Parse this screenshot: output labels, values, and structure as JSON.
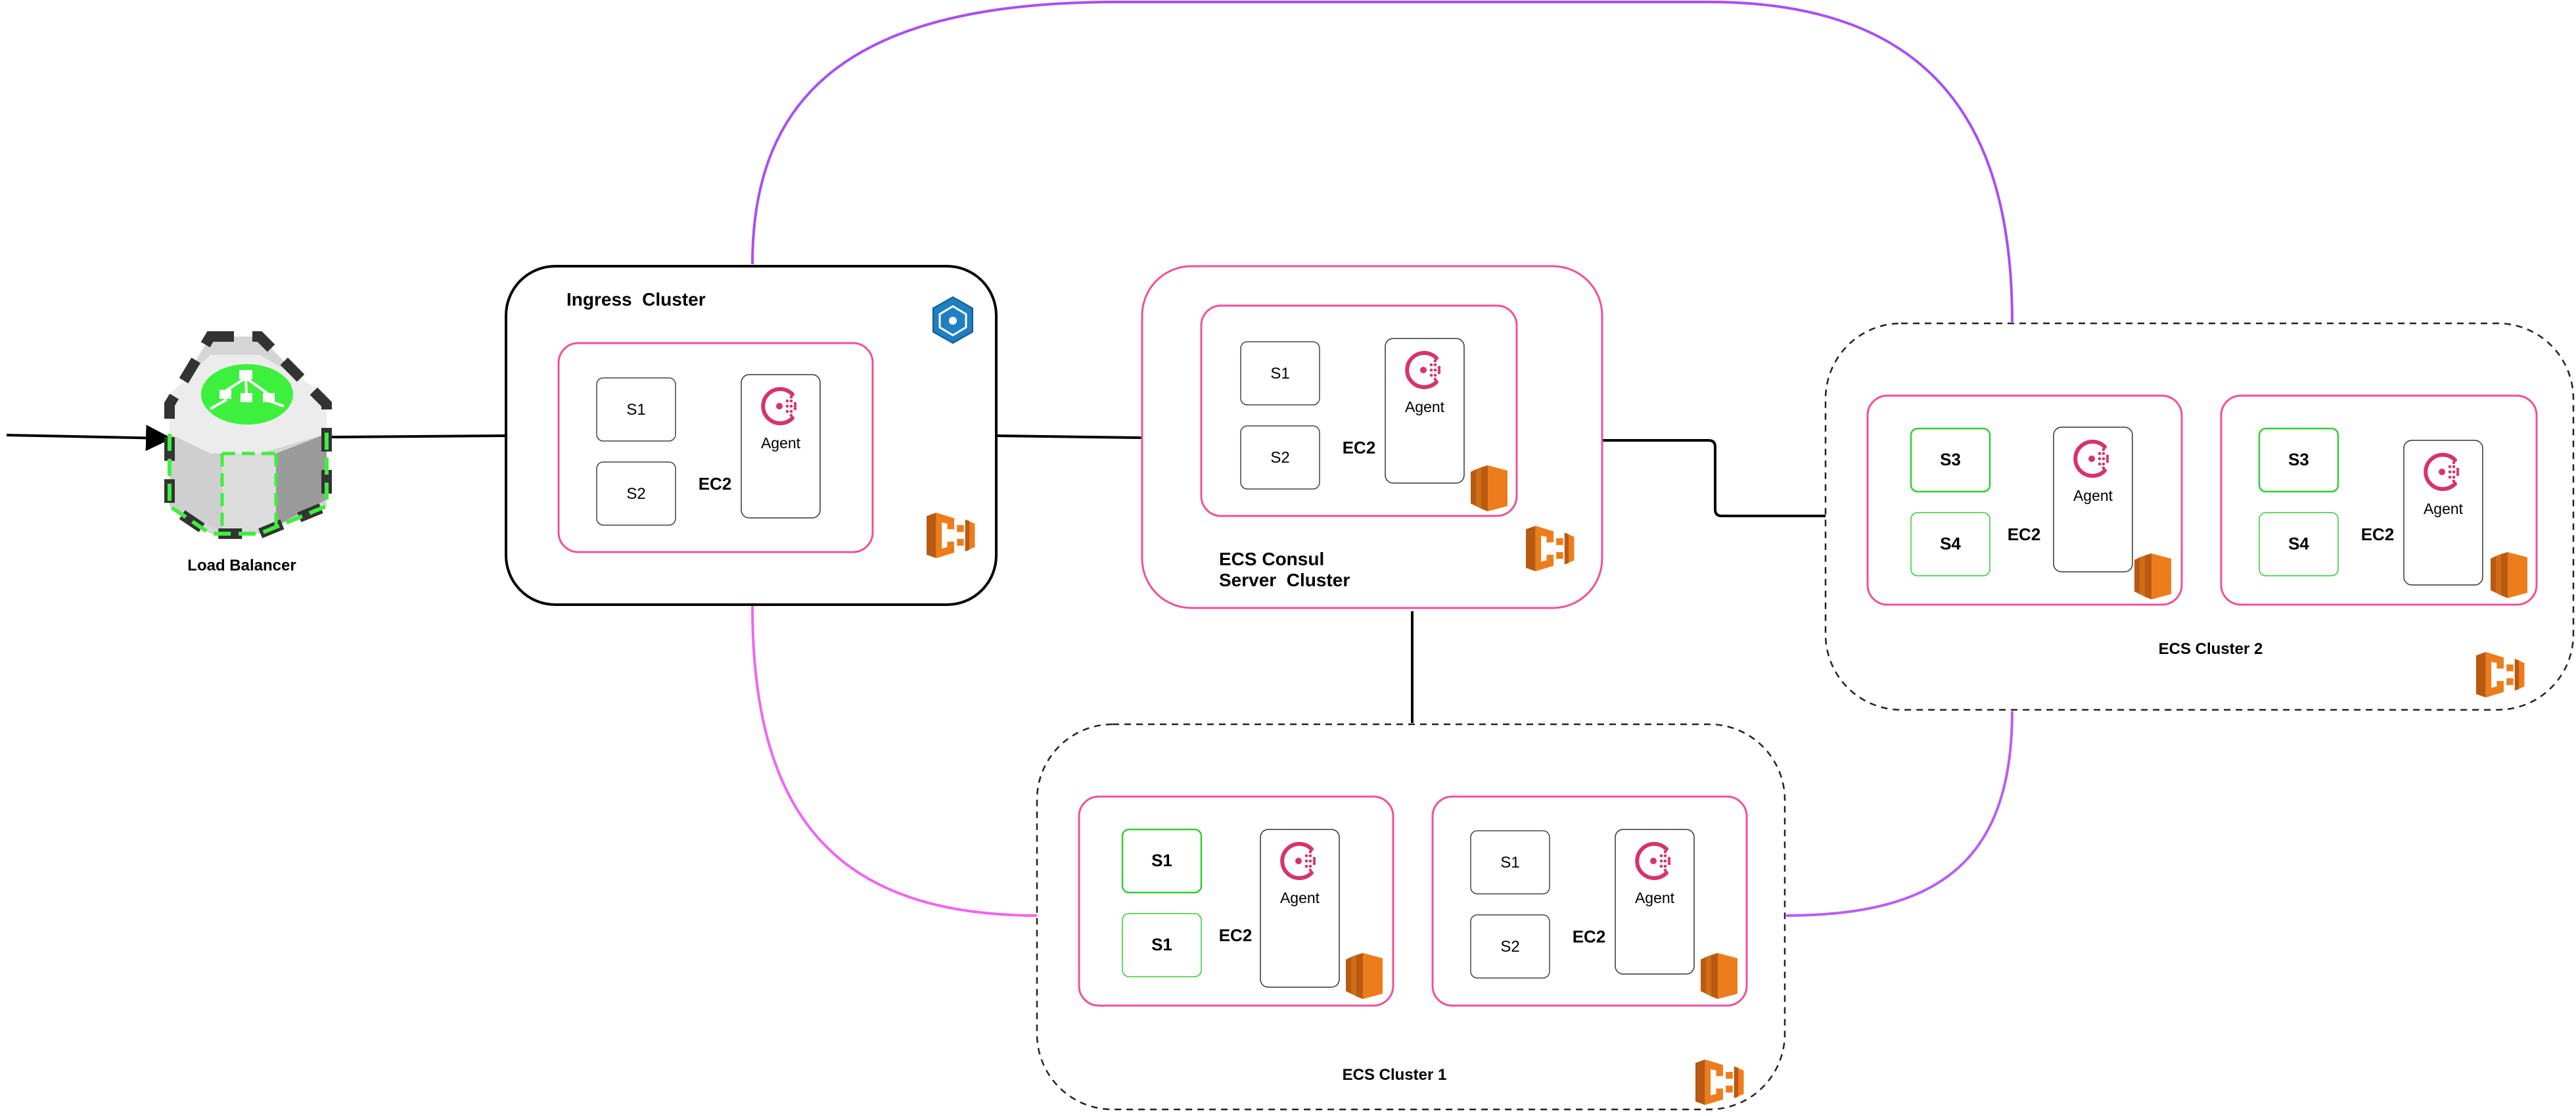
{
  "load_balancer": {
    "label": "Load Balancer"
  },
  "ingress_cluster": {
    "title": "Ingress  Cluster",
    "instance": {
      "label": "EC2",
      "services": [
        "S1",
        "S2"
      ],
      "agent": "Agent"
    }
  },
  "consul_server_cluster": {
    "title_line1": "ECS Consul",
    "title_line2": "Server  Cluster",
    "instance": {
      "label": "EC2",
      "services": [
        "S1",
        "S2"
      ],
      "agent": "Agent"
    }
  },
  "ecs_cluster_1": {
    "title": "ECS Cluster 1",
    "instances": [
      {
        "label": "EC2",
        "services": [
          "S1",
          "S1"
        ],
        "agent": "Agent"
      },
      {
        "label": "EC2",
        "services": [
          "S1",
          "S2"
        ],
        "agent": "Agent"
      }
    ]
  },
  "ecs_cluster_2": {
    "title": "ECS Cluster 2",
    "instances": [
      {
        "label": "EC2",
        "services": [
          "S3",
          "S4"
        ],
        "agent": "Agent"
      },
      {
        "label": "EC2",
        "services": [
          "S3",
          "S4"
        ],
        "agent": "Agent"
      }
    ]
  },
  "colors": {
    "consul_pink": "#d6336c",
    "instance_border": "#f0509b",
    "service_green": "#33cc33",
    "aws_orange": "#ed7d1c",
    "mesh_purple": "#b04cf0",
    "mesh_pink": "#f060e8",
    "ingress_blue": "#1f7fc0"
  }
}
